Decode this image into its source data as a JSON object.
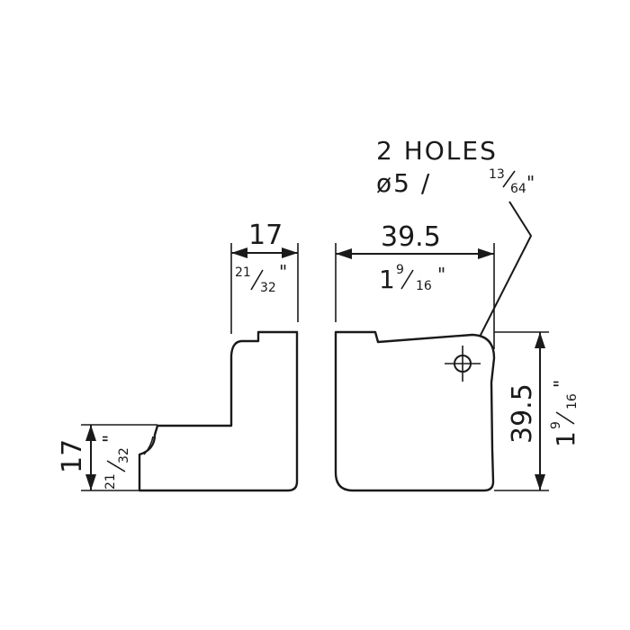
{
  "holes": {
    "line1": "2 HOLES",
    "line2_prefix": "ø5 /",
    "frac_num": "13",
    "frac_den": "64",
    "frac_unit": "\""
  },
  "dim_top_small": {
    "metric": "17",
    "frac_num": "21",
    "frac_den": "32",
    "frac_unit": "\""
  },
  "dim_top_large": {
    "metric": "39.5",
    "whole": "1",
    "frac_num": "9",
    "frac_den": "16",
    "frac_unit": "\""
  },
  "dim_left": {
    "metric": "17",
    "frac_num": "21",
    "frac_den": "32",
    "frac_unit": "\""
  },
  "dim_right": {
    "metric": "39.5",
    "whole": "1",
    "frac_num": "9",
    "frac_den": "16",
    "frac_unit": "\""
  },
  "colors": {
    "ink": "#1a1a1a",
    "paper": "#ffffff"
  }
}
